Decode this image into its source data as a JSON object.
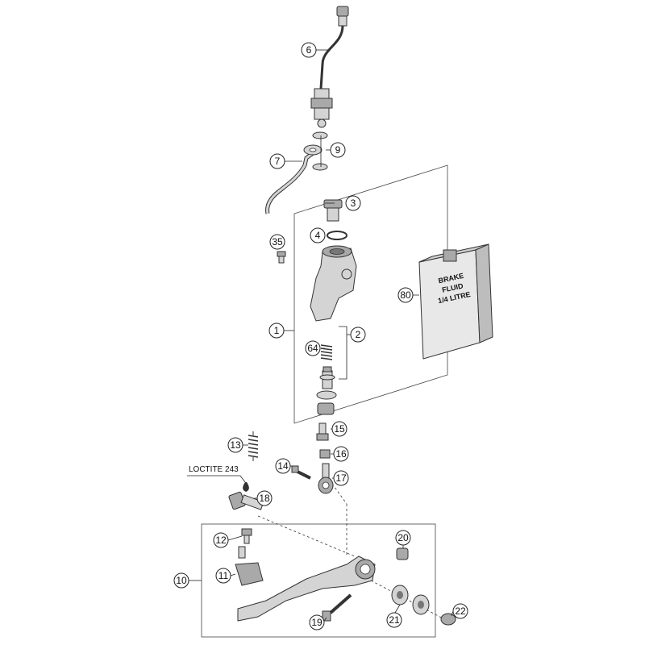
{
  "callouts": {
    "c1": "1",
    "c2": "2",
    "c3": "3",
    "c4": "4",
    "c6": "6",
    "c7": "7",
    "c9": "9",
    "c10": "10",
    "c11": "11",
    "c12": "12",
    "c13": "13",
    "c14": "14",
    "c15": "15",
    "c16": "16",
    "c17": "17",
    "c18": "18",
    "c19": "19",
    "c20": "20",
    "c21": "21",
    "c22": "22",
    "c35": "35",
    "c64": "64",
    "c80": "80"
  },
  "note": {
    "loctite": "LOCTITE 243"
  },
  "fluid_label": [
    "BRAKE",
    "FLUID",
    "1/4 LITRE"
  ]
}
